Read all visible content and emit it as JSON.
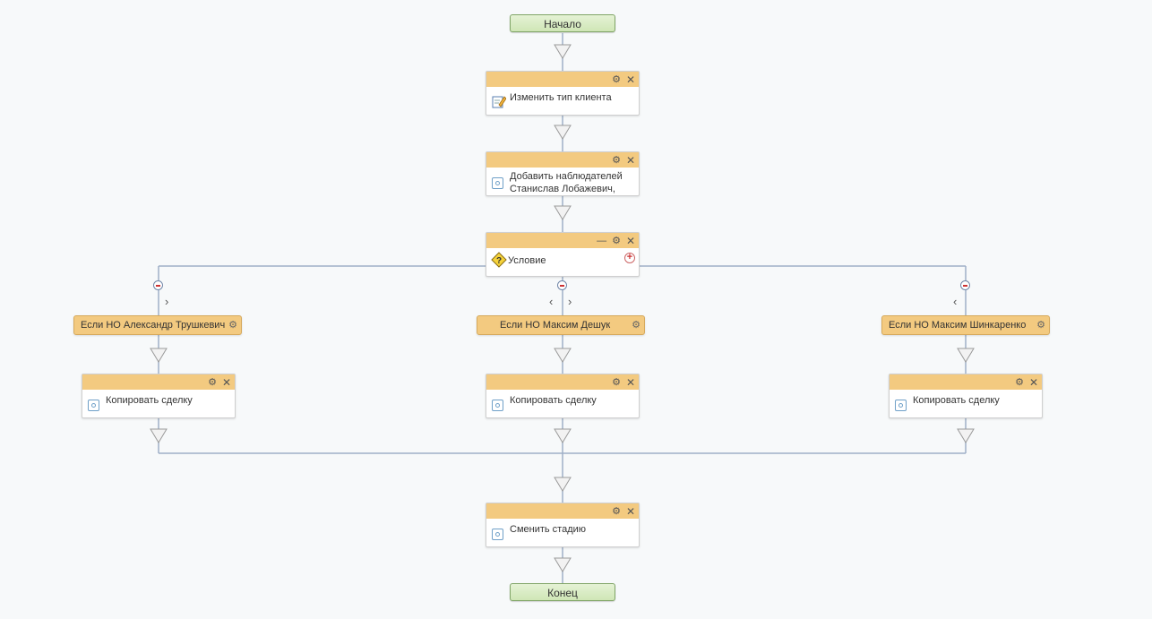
{
  "start_label": "Начало",
  "end_label": "Конец",
  "blocks": {
    "change_type": "Изменить тип клиента",
    "add_observers": "Добавить наблюдателей Станислав Лобажевич,",
    "condition": "Условие",
    "copy_1": "Копировать сделку",
    "copy_2": "Копировать сделку",
    "copy_3": "Копировать сделку",
    "change_stage": "Сменить стадию"
  },
  "branches": [
    "Если НО Александр Трушкевич",
    "Если НО Максим Дешук",
    "Если НО Максим Шинкаренко"
  ],
  "icons": {
    "settings": "gear-icon",
    "close": "close-icon",
    "collapse": "minus-icon",
    "add_branch": "plus-icon",
    "remove_branch": "remove-branch-icon",
    "move_left": "chevron-left-icon",
    "move_right": "chevron-right-icon"
  },
  "colors": {
    "block_header": "#f3ca80",
    "start_end": "#cfe6b6",
    "connector": "#9fb0c8"
  }
}
